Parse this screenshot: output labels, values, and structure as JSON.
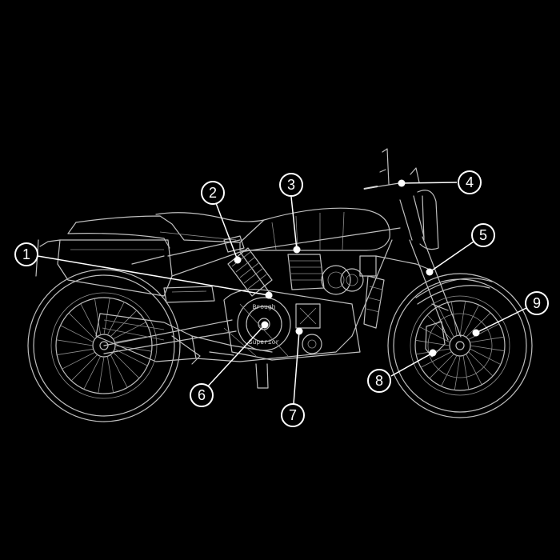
{
  "diagram": {
    "colors": {
      "background": "#000000",
      "line": "#bfbfbf",
      "callout": "#ffffff"
    },
    "engine_brand_top": "Brough",
    "engine_brand_bottom": "Superior",
    "callouts": [
      {
        "id": "1",
        "label": "1"
      },
      {
        "id": "2",
        "label": "2"
      },
      {
        "id": "3",
        "label": "3"
      },
      {
        "id": "4",
        "label": "4"
      },
      {
        "id": "5",
        "label": "5"
      },
      {
        "id": "6",
        "label": "6"
      },
      {
        "id": "7",
        "label": "7"
      },
      {
        "id": "8",
        "label": "8"
      },
      {
        "id": "9",
        "label": "9"
      }
    ]
  }
}
